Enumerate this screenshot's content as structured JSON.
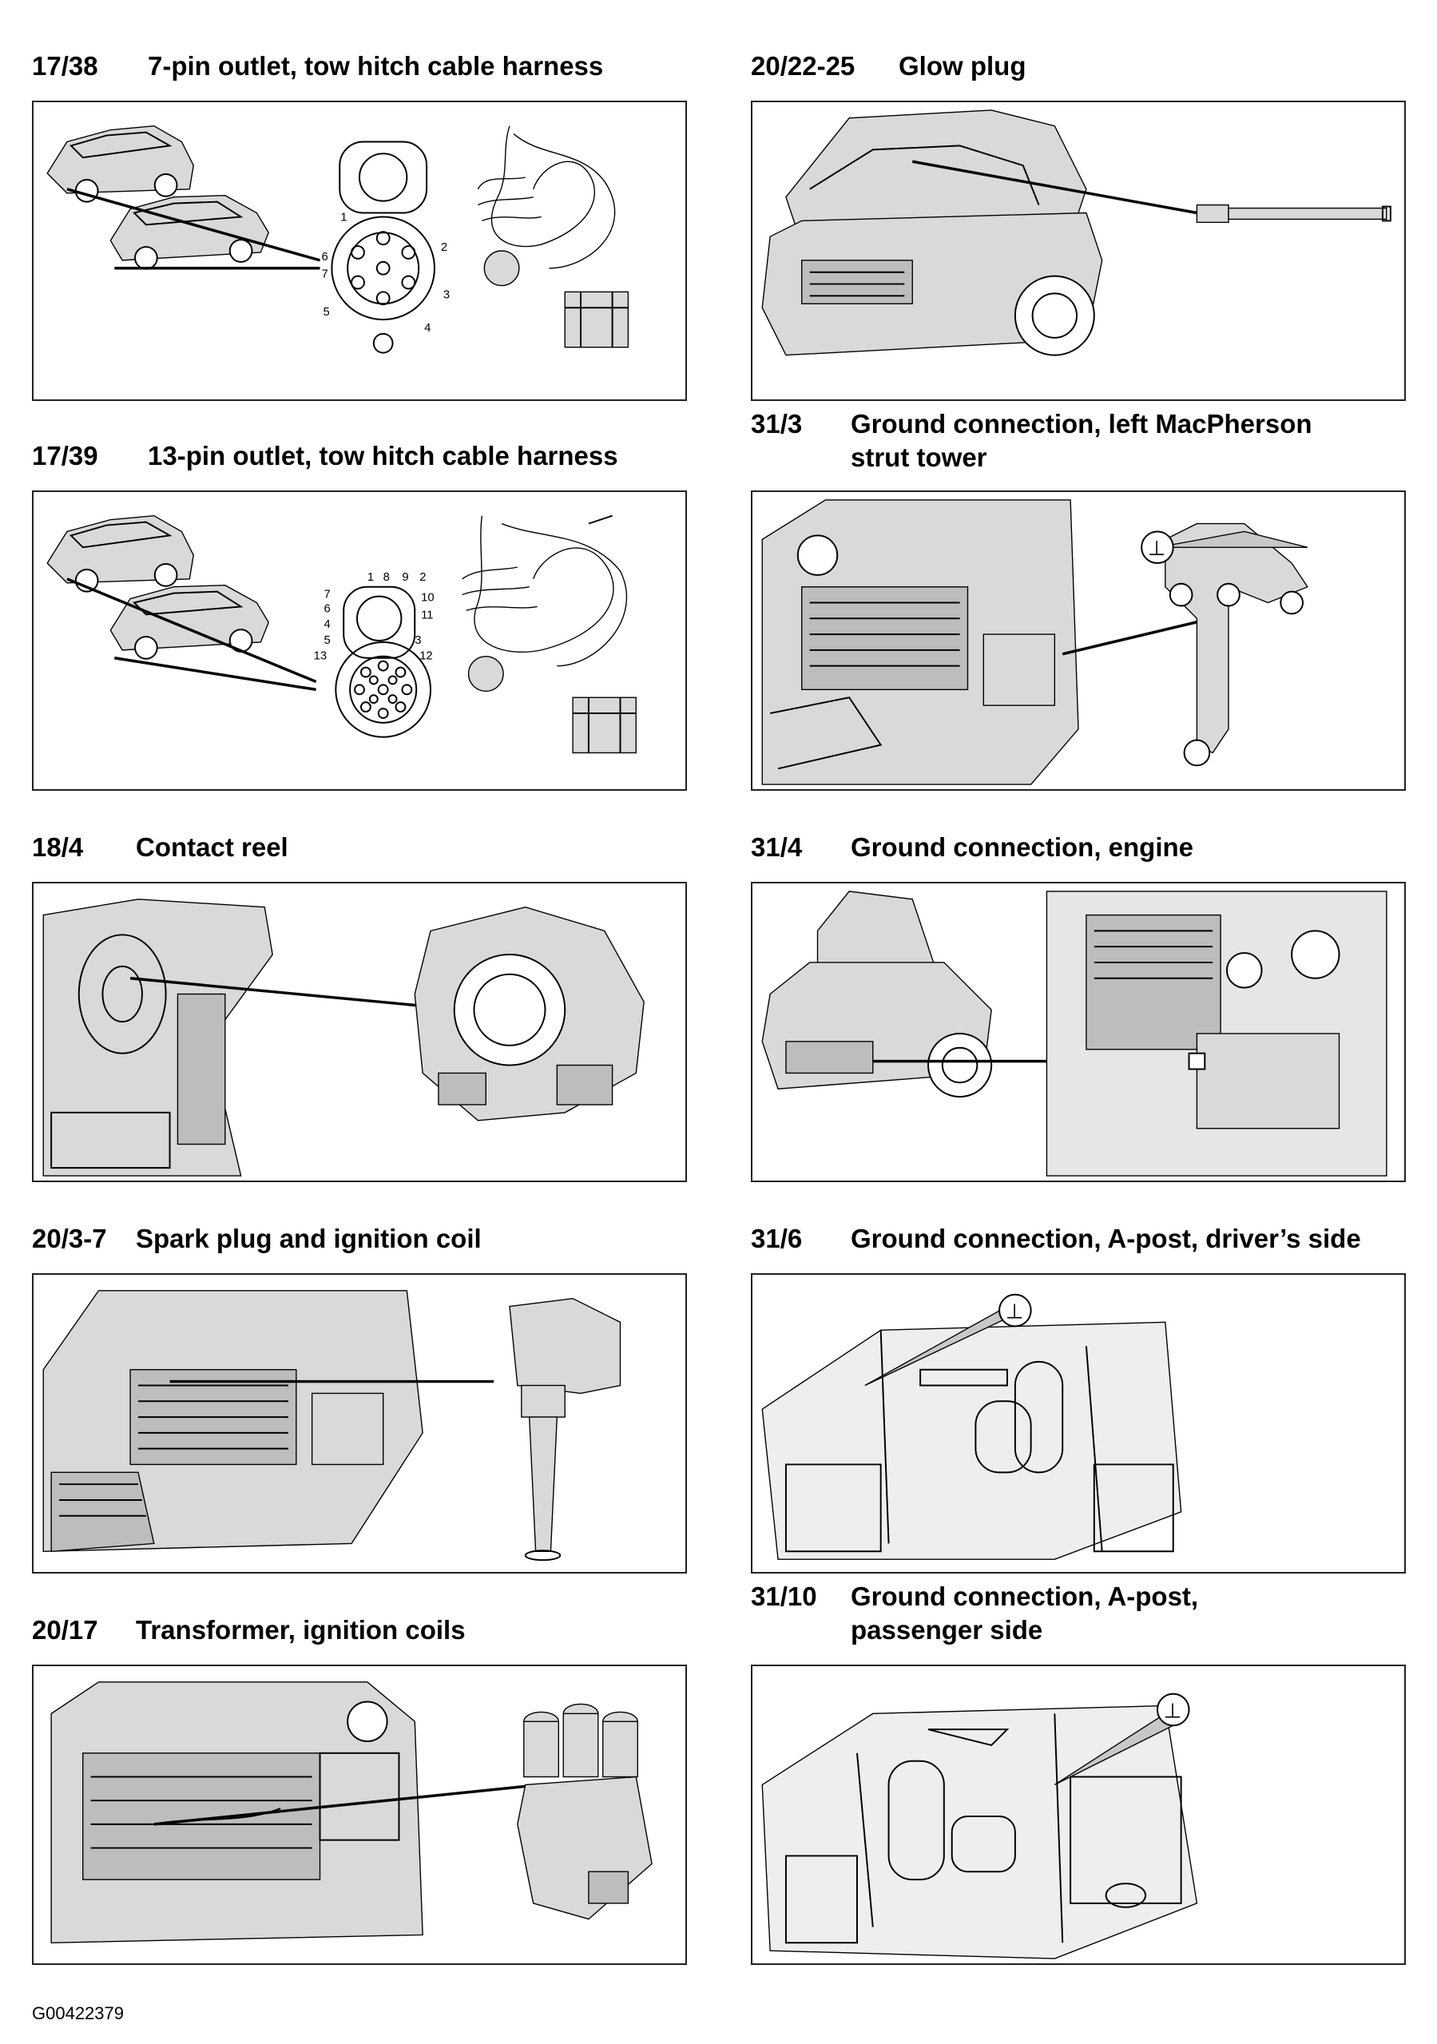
{
  "sections": {
    "s1738": {
      "code": "17/38",
      "title": [
        "7-pin outlet, tow hitch cable harness"
      ]
    },
    "s2022": {
      "code": "20/22-25",
      "title": [
        "Glow plug"
      ]
    },
    "s1739": {
      "code": "17/39",
      "title": [
        "13-pin outlet, tow hitch cable harness"
      ]
    },
    "s313": {
      "code": "31/3",
      "title": [
        "Ground connection, left MacPherson",
        "strut tower"
      ]
    },
    "s184": {
      "code": "18/4",
      "title": [
        "Contact reel"
      ]
    },
    "s314": {
      "code": "31/4",
      "title": [
        "Ground connection, engine"
      ]
    },
    "s203": {
      "code": "20/3-7",
      "title": [
        "Spark plug and ignition coil"
      ]
    },
    "s316": {
      "code": "31/6",
      "title": [
        "Ground connection, A-post, driver’s side"
      ]
    },
    "s2017": {
      "code": "20/17",
      "title": [
        "Transformer, ignition coils"
      ]
    },
    "s3110": {
      "code": "31/10",
      "title": [
        "Ground connection, A-post,",
        "passenger side"
      ]
    }
  },
  "pin_labels": {
    "seven": [
      "1",
      "2",
      "3",
      "4",
      "5",
      "6",
      "7"
    ],
    "thirteen": [
      "1",
      "2",
      "3",
      "4",
      "5",
      "6",
      "7",
      "8",
      "9",
      "10",
      "11",
      "12",
      "13"
    ]
  },
  "ground_symbol": "⊥",
  "footer_id": "G00422379"
}
